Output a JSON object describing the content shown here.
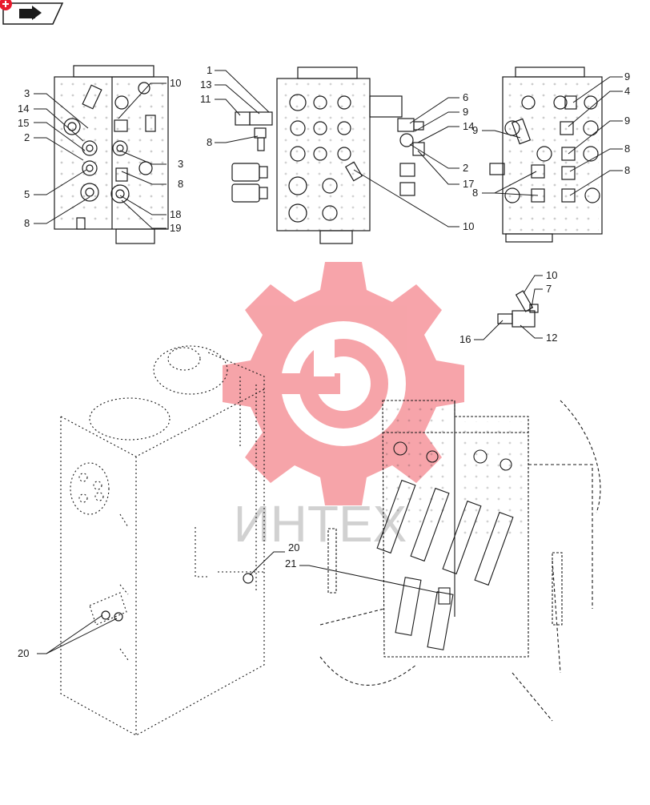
{
  "header": {
    "badge_icon": "plus-icon",
    "tab_icon": "arrow-right-icon"
  },
  "colors": {
    "line": "#1a1a1a",
    "badge": "#e8192c",
    "watermark": "#f05a64",
    "watermark_text": "#b4b4b4"
  },
  "watermark": {
    "text": "ИНТЕХ"
  },
  "callouts": {
    "left": [
      "3",
      "14",
      "15",
      "2",
      "5",
      "8",
      "10",
      "3",
      "8",
      "18",
      "19"
    ],
    "center": [
      "1",
      "13",
      "11",
      "8",
      "6",
      "9",
      "14",
      "2",
      "17",
      "10"
    ],
    "right": [
      "9",
      "4",
      "9",
      "9",
      "8",
      "8",
      "8"
    ],
    "fitting": [
      "10",
      "7",
      "16",
      "12"
    ],
    "main": [
      "20",
      "21",
      "20"
    ]
  }
}
